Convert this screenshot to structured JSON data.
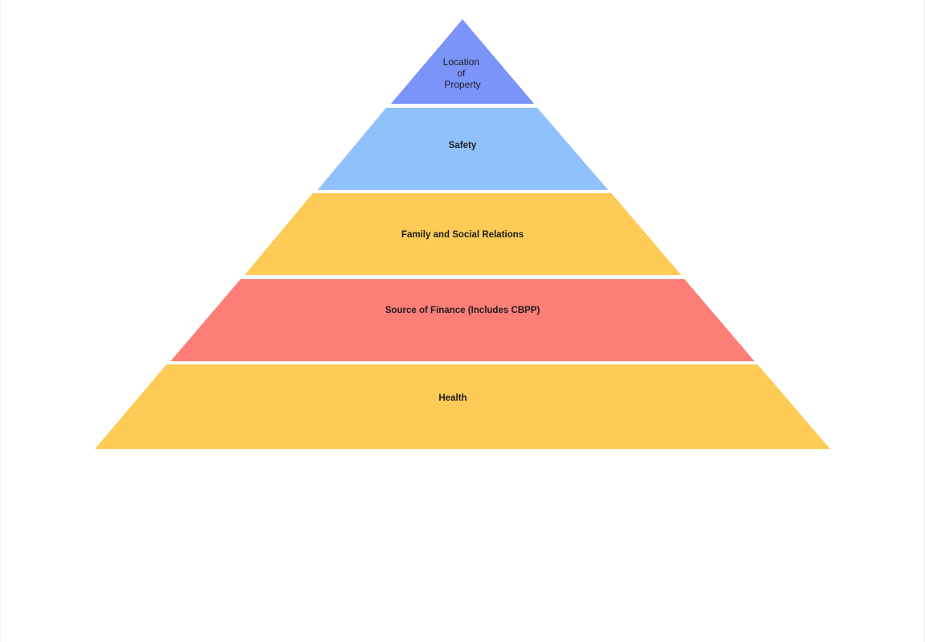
{
  "pyramid": {
    "tiers": [
      {
        "label_lines": [
          "Location",
          "of",
          "Property"
        ],
        "color": "#7b94fa",
        "bold": false
      },
      {
        "label_lines": [
          "Safety"
        ],
        "color": "#8fc1fc",
        "bold": true
      },
      {
        "label_lines": [
          "Family and Social Relations"
        ],
        "color": "#fdcb56",
        "bold": true
      },
      {
        "label_lines": [
          "Source of Finance (Includes CBPP)"
        ],
        "color": "#fd7d77",
        "bold": true
      },
      {
        "label_lines": [
          "Health"
        ],
        "color": "#fdcb56",
        "bold": true
      }
    ]
  }
}
